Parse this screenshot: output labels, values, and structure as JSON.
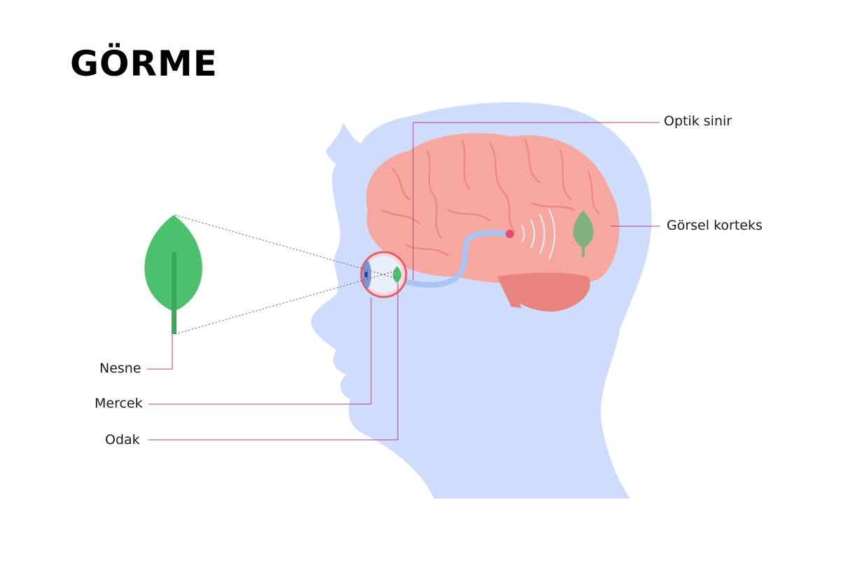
{
  "title": "GÖRME",
  "labels": {
    "object": "Nesne",
    "lens": "Mercek",
    "focus": "Odak",
    "optic_nerve": "Optik sinir",
    "visual_cortex": "Görsel korteks"
  },
  "colors": {
    "head": "#cfdcfb",
    "brain": "#f6a7a0",
    "brain_dark": "#e8847d",
    "leaf": "#4cc06c",
    "cortex_leaf": "#7fb27e",
    "nerve": "#a9c3f2",
    "leader_line": "#b0417a",
    "eye_rim": "#e85c6a"
  }
}
